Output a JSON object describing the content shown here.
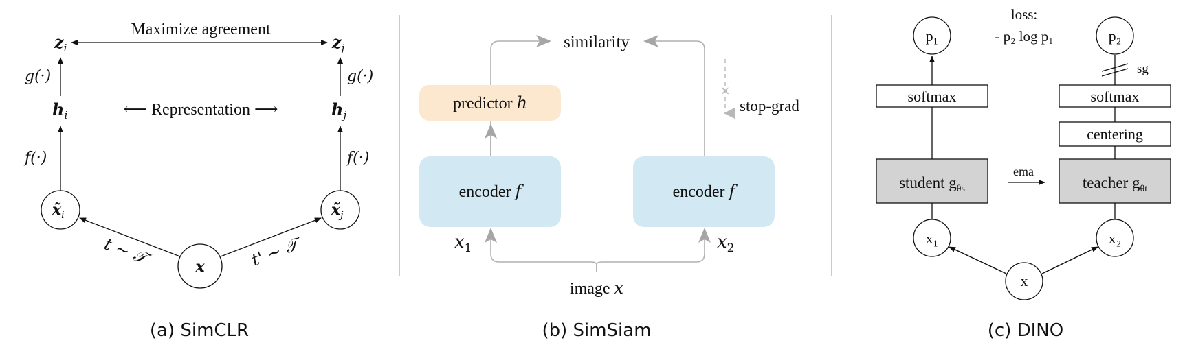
{
  "simclr": {
    "caption": "(a) SimCLR",
    "z_i": "z",
    "z_i_sub": "i",
    "z_j": "z",
    "z_j_sub": "j",
    "h_i": "h",
    "h_i_sub": "i",
    "h_j": "h",
    "h_j_sub": "j",
    "x_i": "x̃",
    "x_i_sub": "i",
    "x_j": "x̃",
    "x_j_sub": "j",
    "x": "x",
    "g_label_left": "g(·)",
    "g_label_right": "g(·)",
    "f_label_left": "f(·)",
    "f_label_right": "f(·)",
    "agreement": "Maximize agreement",
    "representation": "⟵ Representation ⟶",
    "t_left": "t ~ 𝒯",
    "t_right": "t' ~ 𝒯"
  },
  "simsiam": {
    "caption": "(b) SimSiam",
    "similarity": "similarity",
    "predictor": "predictor",
    "predictor_var": "h",
    "encoder_left": "encoder",
    "encoder_left_var": "f",
    "encoder_right": "encoder",
    "encoder_right_var": "f",
    "x1": "x",
    "x1_sub": "1",
    "x2": "x",
    "x2_sub": "2",
    "stop_grad": "stop-grad",
    "image": "image",
    "image_var": "x",
    "predictor_color": "#fbe8cf",
    "encoder_color": "#d2e8f3"
  },
  "dino": {
    "caption": "(c) DINO",
    "loss_line1": "loss:",
    "loss_line2": "- p₂ log p₁",
    "p1": "p₁",
    "p2": "p₂",
    "sg": "sg",
    "softmax_left": "softmax",
    "softmax_right": "softmax",
    "centering": "centering",
    "student": "student g",
    "student_sub": "θs",
    "teacher": "teacher g",
    "teacher_sub": "θt",
    "ema": "ema",
    "x1": "x₁",
    "x2": "x₂",
    "x": "x",
    "box_fill": "#d3d3d3"
  }
}
